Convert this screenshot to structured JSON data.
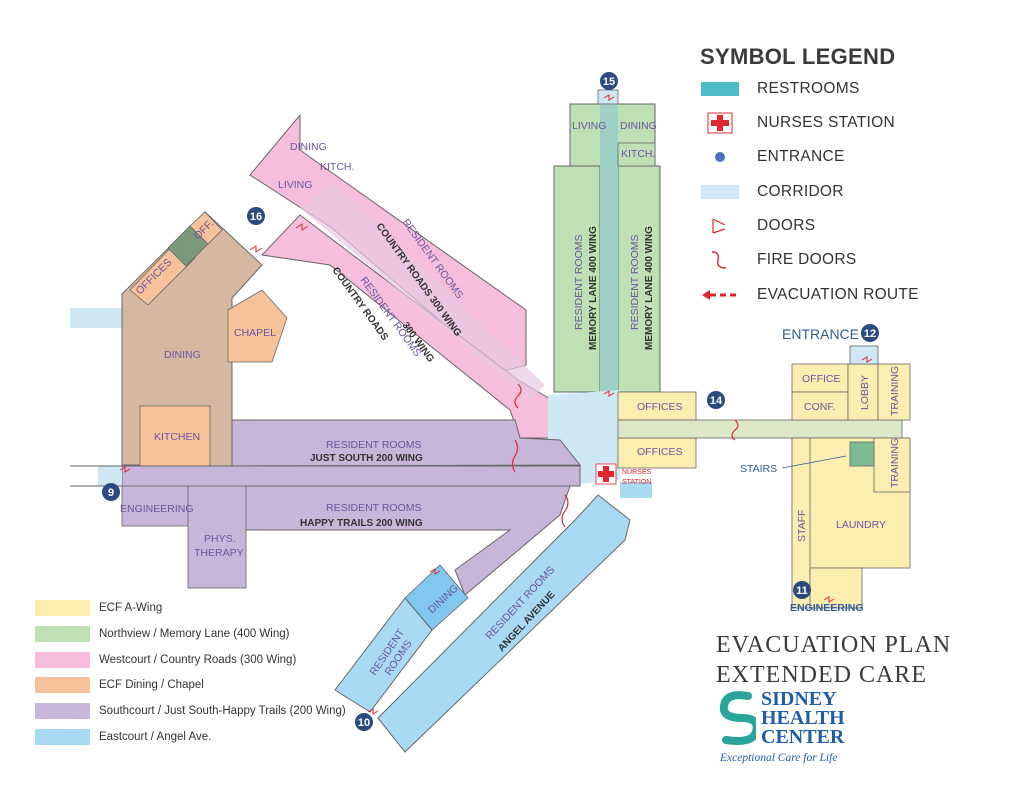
{
  "legend": {
    "title": "SYMBOL LEGEND",
    "items": [
      {
        "label": "RESTROOMS",
        "icon": "restroom-swatch",
        "color": "#4dbbc8"
      },
      {
        "label": "NURSES STATION",
        "icon": "red-cross-icon",
        "color": "#e2262d"
      },
      {
        "label": "ENTRANCE",
        "icon": "entrance-dot-icon",
        "color": "#4a72b8"
      },
      {
        "label": "CORRIDOR",
        "icon": "corridor-swatch",
        "color": "#cfe8f4"
      },
      {
        "label": "DOORS",
        "icon": "door-icon",
        "color": "#e2262d"
      },
      {
        "label": "FIRE DOORS",
        "icon": "fire-door-icon",
        "color": "#e2262d"
      },
      {
        "label": "EVACUATION ROUTE",
        "icon": "evacuation-arrow-icon",
        "color": "#e2262d"
      }
    ]
  },
  "wing_key": [
    {
      "label": "ECF A-Wing",
      "color": "#fbeeb0"
    },
    {
      "label": "Northview / Memory Lane (400 Wing)",
      "color": "#bfe0b4"
    },
    {
      "label": "Westcourt / Country Roads (300 Wing)",
      "color": "#f6bedc"
    },
    {
      "label": "ECF Dining / Chapel",
      "color": "#f7c19a"
    },
    {
      "label": "Southcourt / Just South-Happy Trails (200 Wing)",
      "color": "#c8b6da"
    },
    {
      "label": "Eastcourt / Angel Ave.",
      "color": "#a9daf3"
    }
  ],
  "plan_title": {
    "line1": "EVACUATION PLAN",
    "line2": "EXTENDED CARE"
  },
  "brand": {
    "line1": "SIDNEY",
    "line2": "HEALTH",
    "line3": "CENTER",
    "tagline": "Exceptional Care for Life"
  },
  "map": {
    "entrance_label": "ENTRANCE",
    "entrance_numbers": [
      "15",
      "16",
      "14",
      "12",
      "9",
      "11",
      "10"
    ],
    "rooms": {
      "dining_west": "DINING",
      "kitch_west": "KITCH.",
      "living_west": "LIVING",
      "offices_nw": "OFFICES",
      "off_small": "OFF.",
      "chapel": "CHAPEL",
      "dining_ecf": "DINING",
      "kitchen_ecf": "KITCHEN",
      "engineering_w": "ENGINEERING",
      "phys_therapy_1": "PHYS.",
      "phys_therapy_2": "THERAPY",
      "living_north": "LIVING",
      "dining_north": "DINING",
      "kitch_north": "KITCH.",
      "offices_center": "OFFICES",
      "offices_center2": "OFFICES",
      "nurses_station_1": "NURSES",
      "nurses_station_2": "STATION",
      "office_east": "OFFICE",
      "conf_east": "CONF.",
      "lobby_east": "LOBBY",
      "training_1": "TRAINING",
      "training_2": "TRAINING",
      "stairs": "STAIRS",
      "staff": "STAFF",
      "laundry": "LAUNDRY",
      "engineering_e": "ENGINEERING",
      "dining_east": "DINING"
    },
    "wings": {
      "country_roads_a1": "RESIDENT ROOMS",
      "country_roads_a2": "COUNTRY ROADS  300 WING",
      "country_roads_b1": "RESIDENT ROOMS",
      "country_roads_b2": "COUNTRY ROADS",
      "country_roads_b3": "300 WING",
      "memory_lane_l1": "RESIDENT ROOMS",
      "memory_lane_l2": "MEMORY LANE   400 WING",
      "memory_lane_r1": "RESIDENT ROOMS",
      "memory_lane_r2": "MEMORY LANE   400 WING",
      "just_south_1": "RESIDENT ROOMS",
      "just_south_2": "JUST SOUTH   200 WING",
      "happy_trails_1": "RESIDENT ROOMS",
      "happy_trails_2": "HAPPY TRAILS   200 WING",
      "angel_ave_1": "RESIDENT ROOMS",
      "angel_ave_2": "ANGEL AVENUE",
      "eastcourt_res_1": "RESIDENT",
      "eastcourt_res_2": "ROOMS"
    }
  }
}
